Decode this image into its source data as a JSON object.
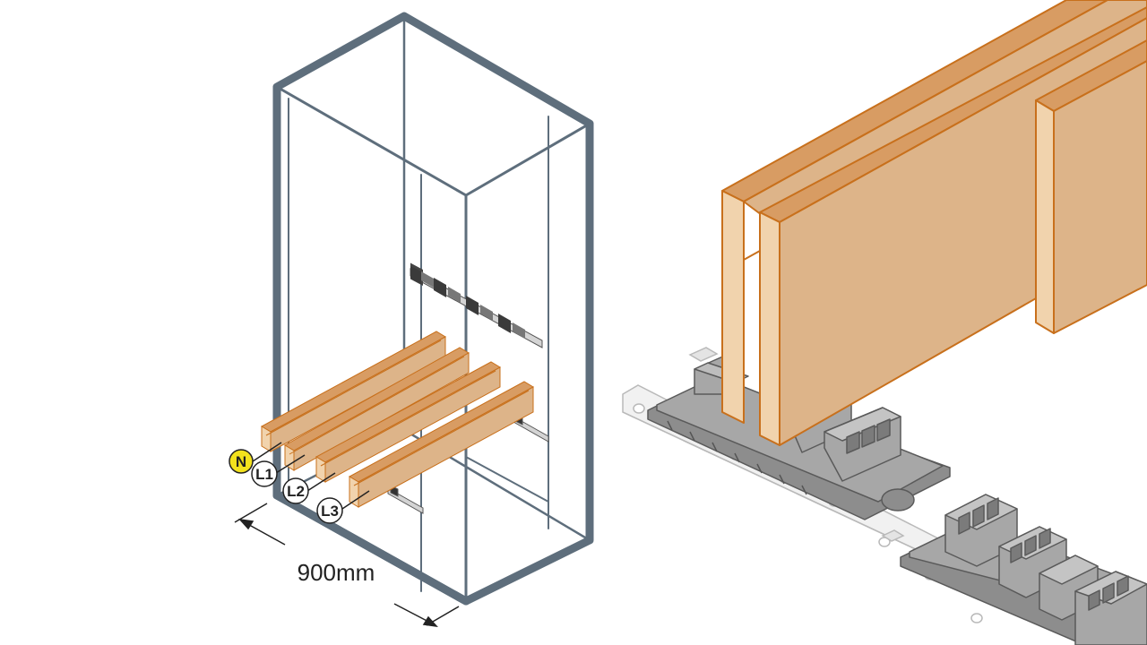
{
  "phase_labels": [
    {
      "id": "n",
      "text": "N"
    },
    {
      "id": "l1",
      "text": "L1"
    },
    {
      "id": "l2",
      "text": "L2"
    },
    {
      "id": "l3",
      "text": "L3"
    }
  ],
  "dimension": {
    "text": "900mm"
  },
  "colors": {
    "frame": "#5e6e7c",
    "busbar_face": "#ddb489",
    "busbar_top": "#d89c63",
    "busbar_edge": "#f1d3ad",
    "busbar_stroke": "#c8701c",
    "support_grey": "#a7a7a7",
    "support_dark": "#6f6f6f",
    "rail": "#f1f1f1",
    "neutral_badge": "#f3e21d"
  }
}
